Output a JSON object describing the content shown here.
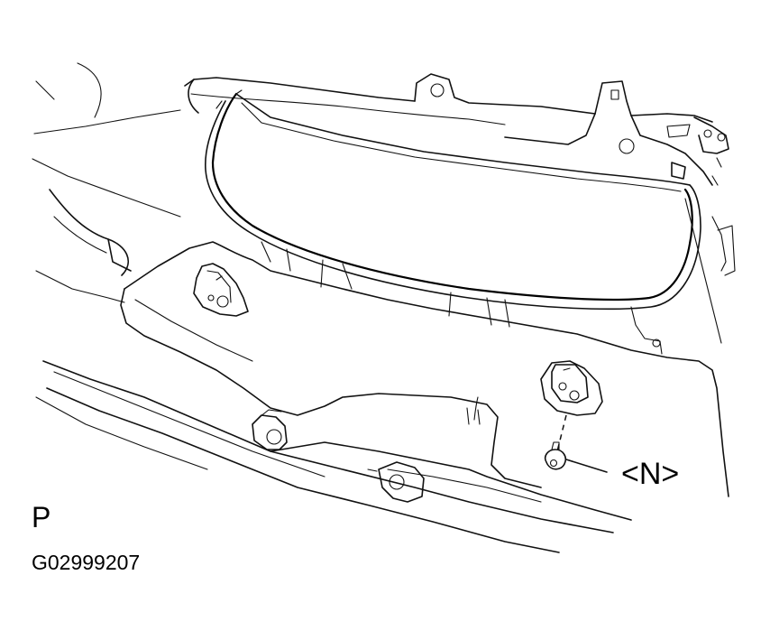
{
  "diagram": {
    "callout_label": "<N>",
    "view_letter": "P",
    "figure_code": "G02999207"
  }
}
